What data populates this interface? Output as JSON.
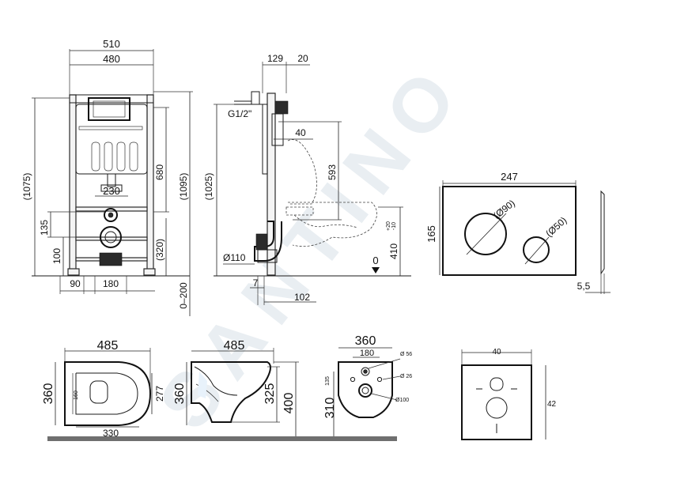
{
  "watermark": "SANTINO",
  "frame_front": {
    "width_outer": "510",
    "width_inner": "480",
    "height_left": "(1075)",
    "height_right": "(1095)",
    "height_680": "680",
    "dim_230": "230",
    "dim_135": "135",
    "dim_100": "100",
    "dim_320": "(320)",
    "dim_90": "90",
    "dim_180": "180",
    "dim_0_200": "0–200"
  },
  "frame_side": {
    "dim_129": "129",
    "dim_20": "20",
    "inlet": "G1/2\"",
    "dim_40": "40",
    "dim_1025": "(1025)",
    "dim_593": "593",
    "pipe": "Ø110",
    "dim_410": "410",
    "tol_plus": "+20",
    "tol_minus": "-10",
    "zero": "0",
    "dim_7": "7",
    "dim_102": "102"
  },
  "flush_plate": {
    "width": "247",
    "height": "165",
    "big_button": "(Ø90)",
    "small_button": "(Ø50)",
    "thickness": "5,5"
  },
  "bowl_top": {
    "length": "485",
    "width": "360",
    "inner_160": "160",
    "inner_277": "277",
    "bottom_330": "330"
  },
  "bowl_side": {
    "length": "485",
    "height_360": "360",
    "height_325": "325",
    "height_400": "400"
  },
  "bowl_rear": {
    "width": "360",
    "bolt_spacing": "180",
    "d56": "Ø 56",
    "d26": "Ø 26",
    "d100": "Ø100",
    "dim_135": "135",
    "dim_310": "310"
  },
  "sound_pad": {
    "width": "40",
    "height": "42"
  }
}
